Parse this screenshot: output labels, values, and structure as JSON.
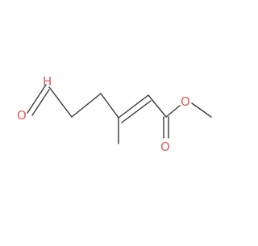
{
  "molecule": {
    "atom_labels": {
      "aldehyde_oxygen": "O",
      "aldehyde_hydrogen": "H",
      "ester_oxygen_single": "O",
      "ester_oxygen_double": "O"
    },
    "colors": {
      "bond": "#3a3a3a",
      "oxygen": "#e05a5a"
    }
  }
}
